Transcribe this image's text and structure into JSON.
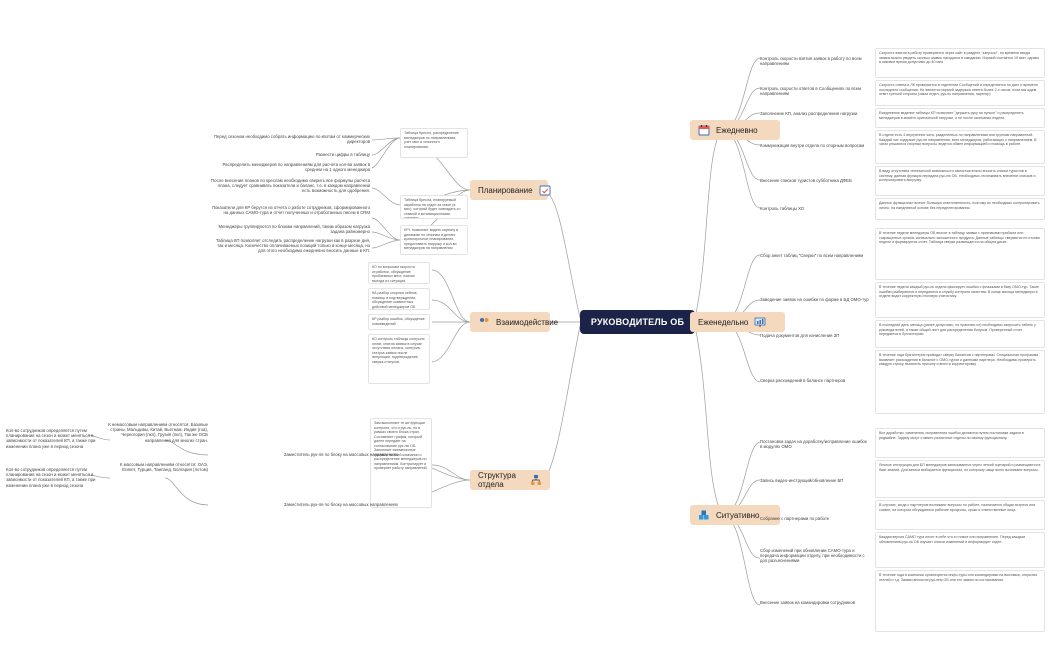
{
  "center": "РУКОВОДИТЕЛЬ ОБ",
  "branches": {
    "daily": {
      "label": "Ежедневно",
      "icon": "calendar-icon"
    },
    "weekly": {
      "label": "Еженедельно",
      "icon": "chart-screen-icon"
    },
    "situational": {
      "label": "Ситуативно",
      "icon": "cubes-icon"
    },
    "planning": {
      "label": "Планирование",
      "icon": "calendar-check-icon"
    },
    "interaction": {
      "label": "Взаимодействие",
      "icon": "people-icon"
    },
    "structure": {
      "label": "Структура отдела",
      "icon": "org-icon"
    }
  },
  "daily_items": [
    {
      "label": "Контроль скорости взятия заявок в работу по всем направлениям",
      "text": "Скорость взятия в работу проверяется через сайт в разделе \"запросы\", по времени ввода заявок можно увидеть сколько заявок находится в ожидании. Нормой считается 15 мин, однако в пиковое время допустимо до 40 мин."
    },
    {
      "label": "Контроль скорости ответов в Сообщениях по всем направлениям",
      "text": "Скорость ответа в ЛК проверяется в отделении Сообщений и определяется по дате и времени последнего сообщения. Не является нормой задержка ответа более 2-х часов, если мы ждем ответ третьей стороны (заказ отдел, рук-ль направления, партнер)"
    },
    {
      "label": "Заполнение КП, анализ распределения нагрузки",
      "text": "Ежедневное ведение таблицы КП позволяет \"держать руку на пульсе\" и распределять менеджеров в момент критической нагрузки, а не после окончания недели."
    },
    {
      "label": "Коммуникация внутри отдела по спорным вопросам",
      "text": "В отделе есть 4 внутренних чата, разделенных по направлениям или группам направлений. Каждый чат содержит рук-ля направления, всех менеджеров, работающих с направлением. В чатах решаются спорные вопросы, ведется обмен информацией и помощь в работе."
    },
    {
      "label": "Внесение списков туристов субботника ДФЕБ",
      "text": "В виду отсутствия технической возможности самостоятельно вносить списки туристов в систему, данная функция передана рук-лю ОБ. Необходимо отслеживать внесение списков и контролировать выгрузку."
    },
    {
      "label": "Контроль таблицы ХО",
      "text": "Данные функционал влечет большую ответственность, поэтому их необходимо контролировать лично, на ежедневной основе без переделегирования."
    }
  ],
  "weekly_items": [
    {
      "label": "Сбор анкет таблиц \"Сверки\" по всем направлениям",
      "text": "В течение недели менеджеры ОБ вносят в таблицу заявки с признаками прибыли или сокращенных сроков, изначально заложенного продукта. Данные таблицы сверяются по итогам недели и формируется отчет. Таблица сверки размещается на общем диске."
    },
    {
      "label": "Заведение заявок на ошибки по форме в БД ОМО-тур",
      "text": "В течение недели каждый рук-ль отдела фиксирует ошибки с флажками в базу ОМО-тур. Такие ошибки разбираются и передаются в службу контроля качества. В конце месяца менеджеры в отделе видят корректную итоговую статистику."
    },
    {
      "label": "Подача документов для начисления ЗП",
      "text": "В последний день месяца (ранее допустимо, по практике-сл) необходимо запросить табель у руководителей, а также общий лист для распределения бонусов. Проверенный отчет передается в бухгалтерию."
    },
    {
      "label": "Сверка расхождений в балансе партнеров",
      "text": "В течение года бухгалтерия проводит сверку балансов с партнерами. Специальная программа выявляет расхождения в балансе с ОМО-туром и данными партнера. Необходимо проверить каждую строку, выяснить причину и внести корректировку."
    }
  ],
  "situational_items": [
    {
      "label": "Постановка задач на доработку/исправление ошибок в модулях ОМО",
      "text": "Все доработки, изменения, исправления ошибок делаются путем постановки задачи в редмайне. Задачу могут ставить различные отделы по своему функционалу."
    },
    {
      "label": "Запись видео-инструкций/обновление БП",
      "text": "Личные инструкции для БП менеджеров записываются через четкий сценарий и размещаются в базе знаний. Для записи выбирается функционал, по которому чаще всего возникают вопросы."
    },
    {
      "label": "Собрание с партнерами по работе",
      "text": "В случаях, когда с партнером возникают вопросы по работе, назначается общая встреча или созвон, на котором обсуждаются рабочие процессы, сроки и ответственные лица."
    },
    {
      "label": "Сбор изменений при обновлении САМО-тура и передача информации отделу, при необходимости с доп.разъяснениями",
      "text": "Каждая версия САМО тура несет в себе что-то новое или исправление. Перед каждым обновлением рук-ль ОБ изучает список изменений и информирует отдел."
    },
    {
      "label": "Внесение заявок на командировки сотрудников",
      "text": "В течение года в компании организуются инфо-туры или командировки на выставки, открытия отелей и т.д. Заявки вносятся рук-лем ОБ или его замом по согласованию."
    }
  ],
  "planning_items": [
    {
      "label": "Перед сезоном необходимо собрать информацию по квотам от коммерческих директоров",
      "text": "Таблица Кресло, распределение менеджеров по направлениям, учет квот и сезонного планирования."
    },
    {
      "label": "Разнести цифры в таблицу",
      "text": ""
    },
    {
      "label": "Распределить менеджеров по направлениям для расчета кол-ва заявок в среднем на 1 одного менеджера",
      "text": ""
    },
    {
      "label": "После внесения планов по креслам необходимо сверить все формулы расчета плана, следует сравнивать показатели и баланс, т.е. в каждом направлении есть возможность для одобрения.",
      "text": "Таблица Кресла, планируемый заработок на отдел за сезон (в мес), который будет совпадать со ставкой и мотивационными схемами."
    },
    {
      "label": "Показатели для КР берутся из отчета о работе сотрудников, сформированного на данных САМО-тура и отчет полученных и отработанных писем в CRM",
      "text": ""
    },
    {
      "label": "Менеджеры группируются по блокам направлений, таким образом нагрузка задана равномерно",
      "text": "KPI, позволяет видеть картину в динамике по сезонам и делать краткосрочное планирование, предоставить нагрузку и кол-во менеджеров на направлении"
    },
    {
      "label": "Таблица КП позволяет отследить распределение нагрузки как в разрезе дня, так и месяца. Количество оплачиваемых позиций только в конце месяца, но для этого необходимо ежедневно вносить данные в КП.",
      "text": ""
    }
  ],
  "interaction_items": [
    {
      "text": "КО по вопросам скорости отработки, обсуждение проблемных мест, поиски выхода из ситуации."
    },
    {
      "text": "КА разбор спорных кейсов, помощь в подтверждении, обсуждение совместных действий менеджеров ОБ"
    },
    {
      "text": "КР разбор ошибок, обсуждение нововведений"
    },
    {
      "text": "КО контроль таблицы контроля оплат, снятия заявок в случае отсутствия оплаты, контроль статуса заявок после аннуляции, подтверждение, сверка статусов."
    }
  ],
  "structure_items": [
    {
      "label": "Заместитель рук-ля по блоку на массовых направлениях",
      "list": "К немассовым направлениям относятся: Базовые страны, Мальдивы, Китай, Вьетнам, Индия (гоа), Черногория (пкл), Грузия (пкл), Так же ОСБ направления для многих стран.",
      "note": "Кол-во сотрудников определяется путем планирования на сезон и может меняться в зависимости от показателей КП, а также при изменении плана уже в период сезона"
    },
    {
      "label": "Заместитель рук-ля по блоку на массовых направлениях",
      "list": "К массовым направлениям относятся: ОАЭ, Египет, Турция, Таиланд, Болгария (лотом)",
      "note": "Кол-во сотрудников определяется путем планирования на сезон и может меняться в зависимости от показателей КП, а также при изменении плана уже в период сезона"
    },
    {
      "text": "Зам.выполняет те же функции контроля, что и рук-ль, но в рамках своего блока стран. Составляет график, который далее передает на согласование рук-лю ОБ. Заполняет ежемесячные графики по всей компании и распределение менеджеров по направлениям. Контролирует и проверяет работу направлений."
    }
  ],
  "colors": {
    "center": "#1b2448",
    "branch": "#f4d9be",
    "line": "#a0a0a0"
  }
}
